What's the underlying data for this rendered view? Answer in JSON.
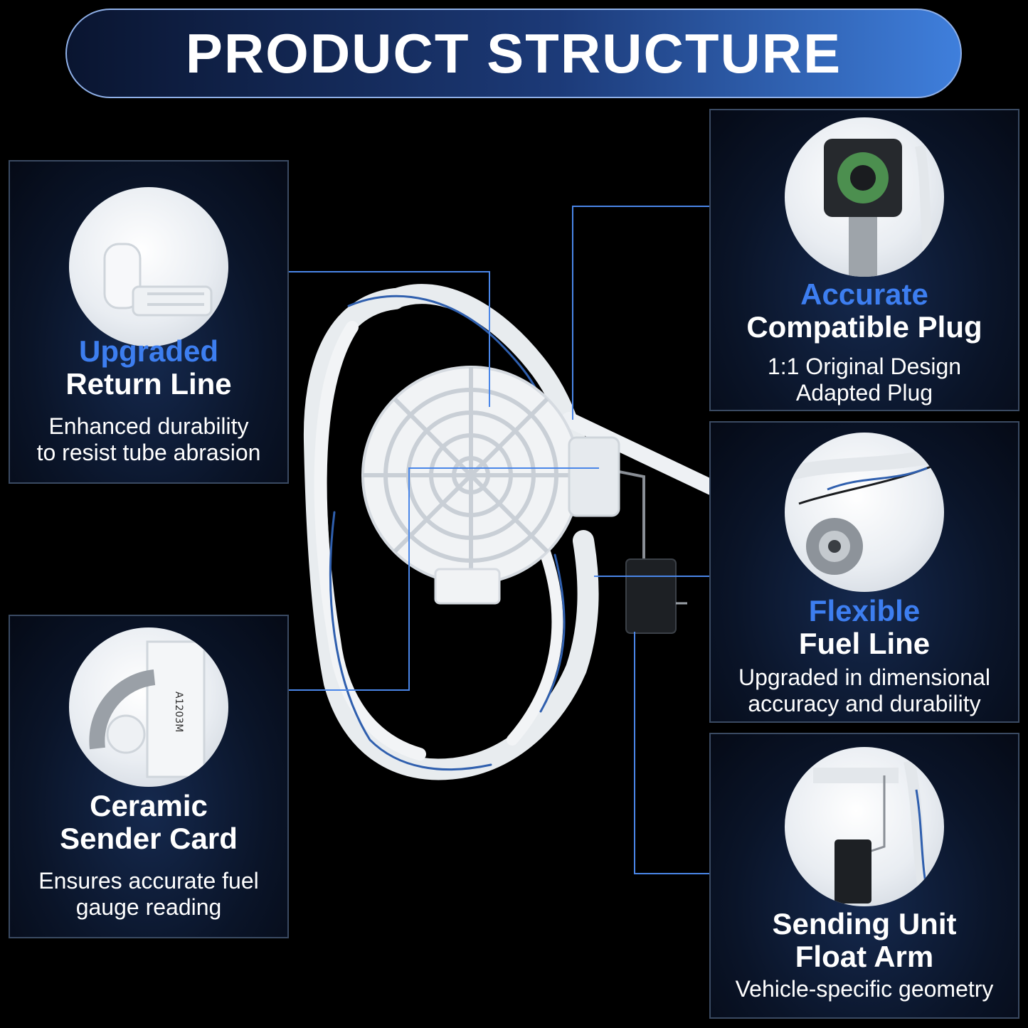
{
  "banner": {
    "title": "PRODUCT STRUCTURE"
  },
  "features": {
    "return_line": {
      "highlight": "Upgraded",
      "title": "Return Line",
      "desc1": "Enhanced durability",
      "desc2": "to resist tube abrasion"
    },
    "sender_card": {
      "title1": "Ceramic",
      "title2": "Sender Card",
      "desc1": "Ensures accurate fuel",
      "desc2": "gauge reading",
      "part_label": "A1203M"
    },
    "plug": {
      "highlight": "Accurate",
      "title": "Compatible Plug",
      "desc1": "1:1 Original Design",
      "desc2": "Adapted Plug"
    },
    "fuel_line": {
      "highlight": "Flexible",
      "title": "Fuel Line",
      "desc1": "Upgraded in dimensional",
      "desc2": "accuracy and durability"
    },
    "float_arm": {
      "title1": "Sending Unit",
      "title2": "Float Arm",
      "desc1": "Vehicle-specific geometry"
    }
  },
  "colors": {
    "accent": "#3d7ef0",
    "connector": "#4a86e8",
    "background": "#000000"
  }
}
